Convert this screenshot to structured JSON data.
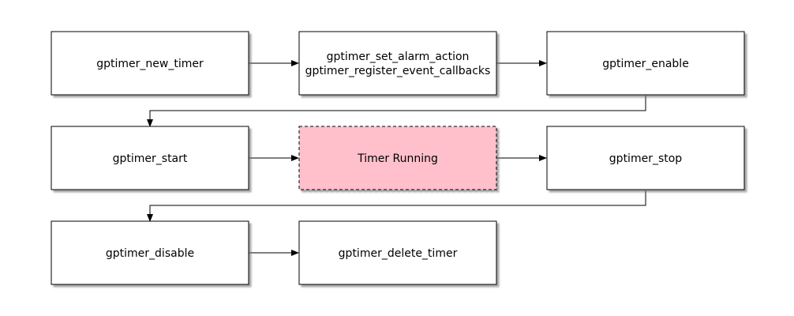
{
  "nodes": {
    "new_timer": {
      "lines": [
        "gptimer_new_timer"
      ]
    },
    "set_alarm": {
      "lines": [
        "gptimer_set_alarm_action",
        "gptimer_register_event_callbacks"
      ]
    },
    "enable": {
      "lines": [
        "gptimer_enable"
      ]
    },
    "start": {
      "lines": [
        "gptimer_start"
      ]
    },
    "running": {
      "lines": [
        "Timer Running"
      ],
      "fill": "#ffc0cb",
      "dashed": true
    },
    "stop": {
      "lines": [
        "gptimer_stop"
      ]
    },
    "disable": {
      "lines": [
        "gptimer_disable"
      ]
    },
    "delete_timer": {
      "lines": [
        "gptimer_delete_timer"
      ]
    }
  },
  "edges": [
    {
      "from": "new_timer",
      "to": "set_alarm"
    },
    {
      "from": "set_alarm",
      "to": "enable"
    },
    {
      "from": "enable",
      "to": "start"
    },
    {
      "from": "start",
      "to": "running"
    },
    {
      "from": "running",
      "to": "stop"
    },
    {
      "from": "stop",
      "to": "disable"
    },
    {
      "from": "disable",
      "to": "delete_timer"
    }
  ],
  "colors": {
    "box_fill": "#ffffff",
    "stroke": "#000000",
    "shadow": "#777777",
    "highlight_fill": "#ffc0cb"
  }
}
